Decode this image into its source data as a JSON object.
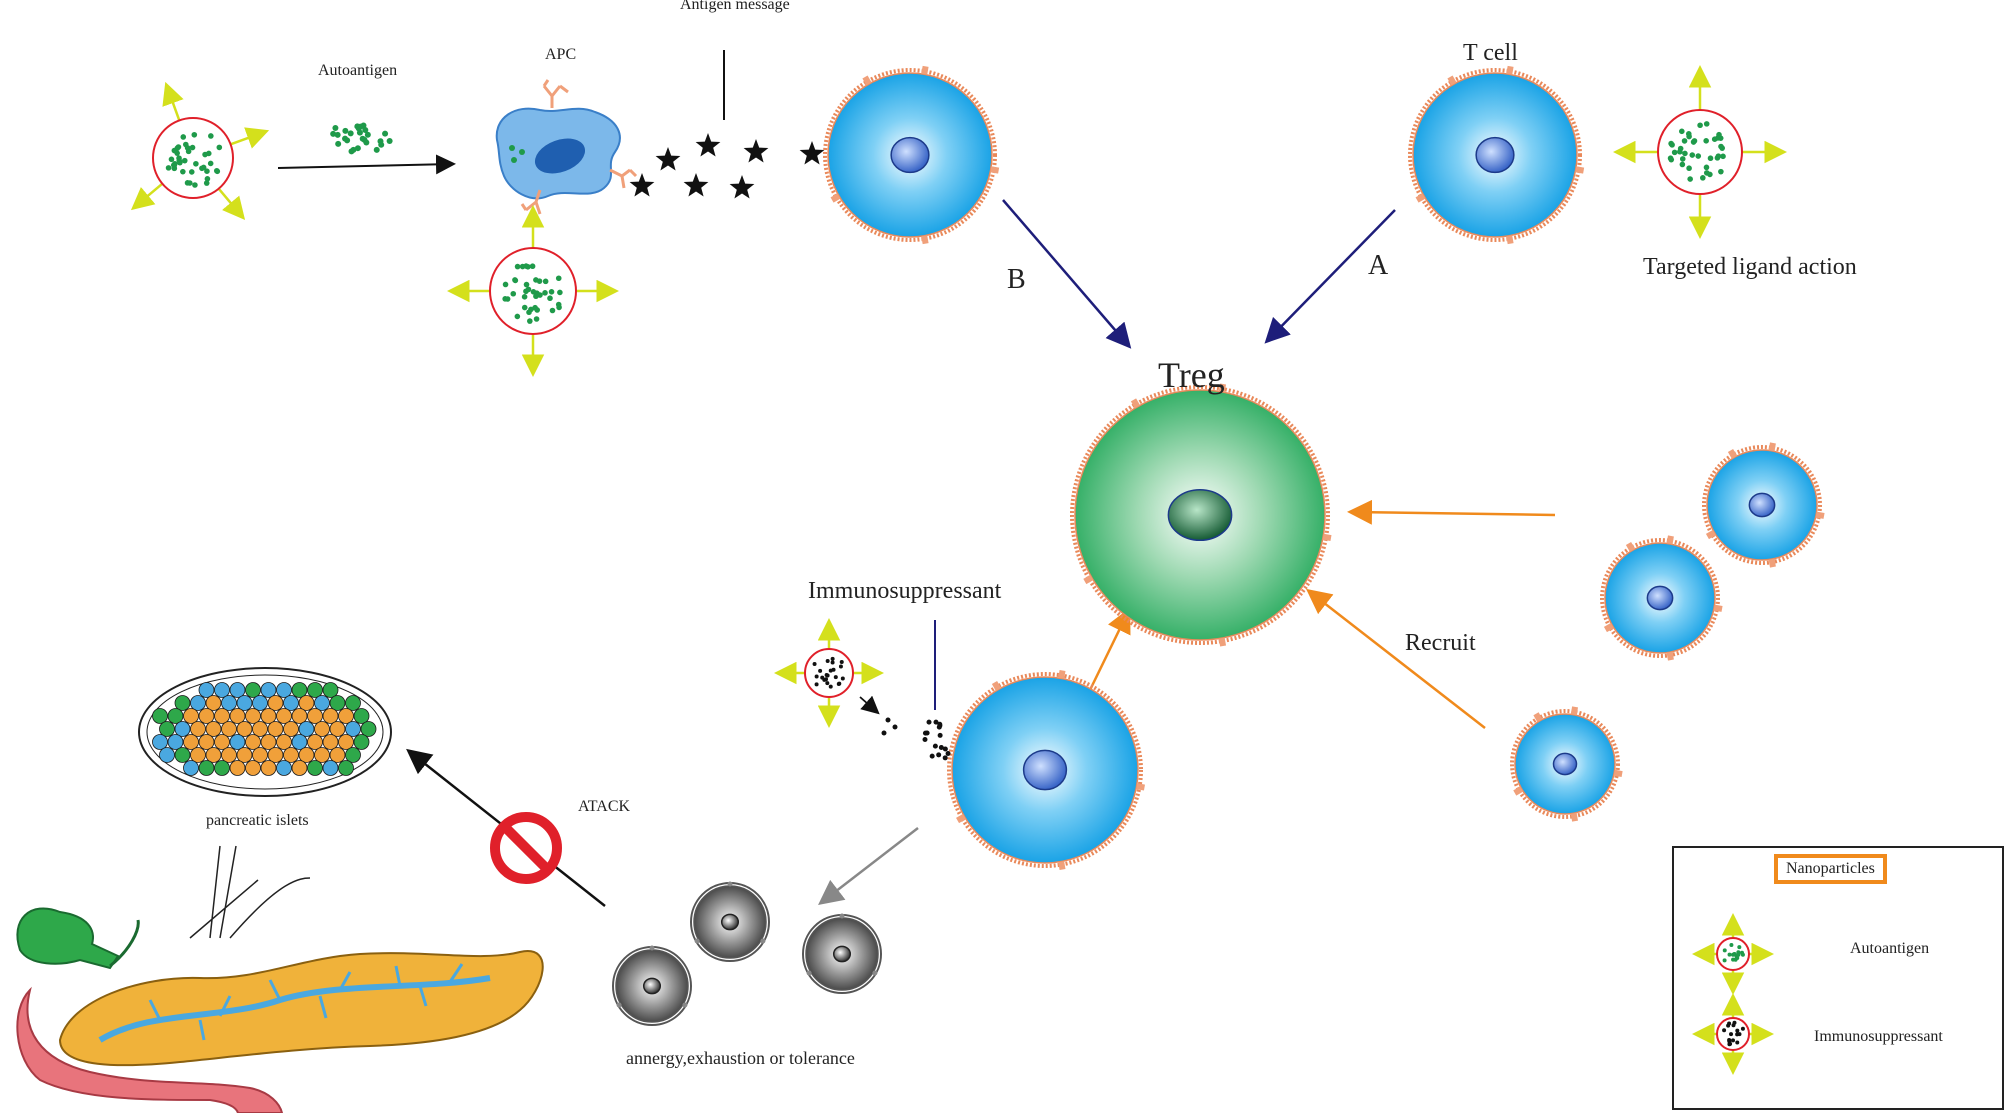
{
  "labels": {
    "antigen_message": "Antigen message",
    "autoantigen": "Autoantigen",
    "apc": "APC",
    "t_cell": "T cell",
    "targeted_ligand_action": "Targeted ligand action",
    "path_b": "B",
    "path_a": "A",
    "treg": "Treg",
    "immunosuppressant": "Immunosuppressant",
    "recruit": "Recruit",
    "atack": "ATACK",
    "pancreatic_islets": "pancreatic islets",
    "anergy": "annergy,exhaustion or tolerance"
  },
  "legend": {
    "title": "Nanoparticles",
    "items": [
      {
        "label": "Autoantigen",
        "type": "autoantigen"
      },
      {
        "label": "Immunosuppressant",
        "type": "immunosuppressant"
      }
    ]
  },
  "colors": {
    "nanoparticle_arrow": "#d4e01c",
    "autoantigen_dot": "#1f9a4a",
    "membrane": "#e9895a",
    "t_cell_fill": "#1aa7e8",
    "treg_fill": "#3cb46a",
    "pathway_arrow": "#1e1e7a",
    "recruit_arrow": "#f08a1c",
    "anergy_arrow": "#888888",
    "prohibit": "#e0202a",
    "pancreas": "#f0b23a",
    "duodenum": "#e8747c",
    "gallbladder": "#2ea84a",
    "duct": "#4aa8e0"
  }
}
